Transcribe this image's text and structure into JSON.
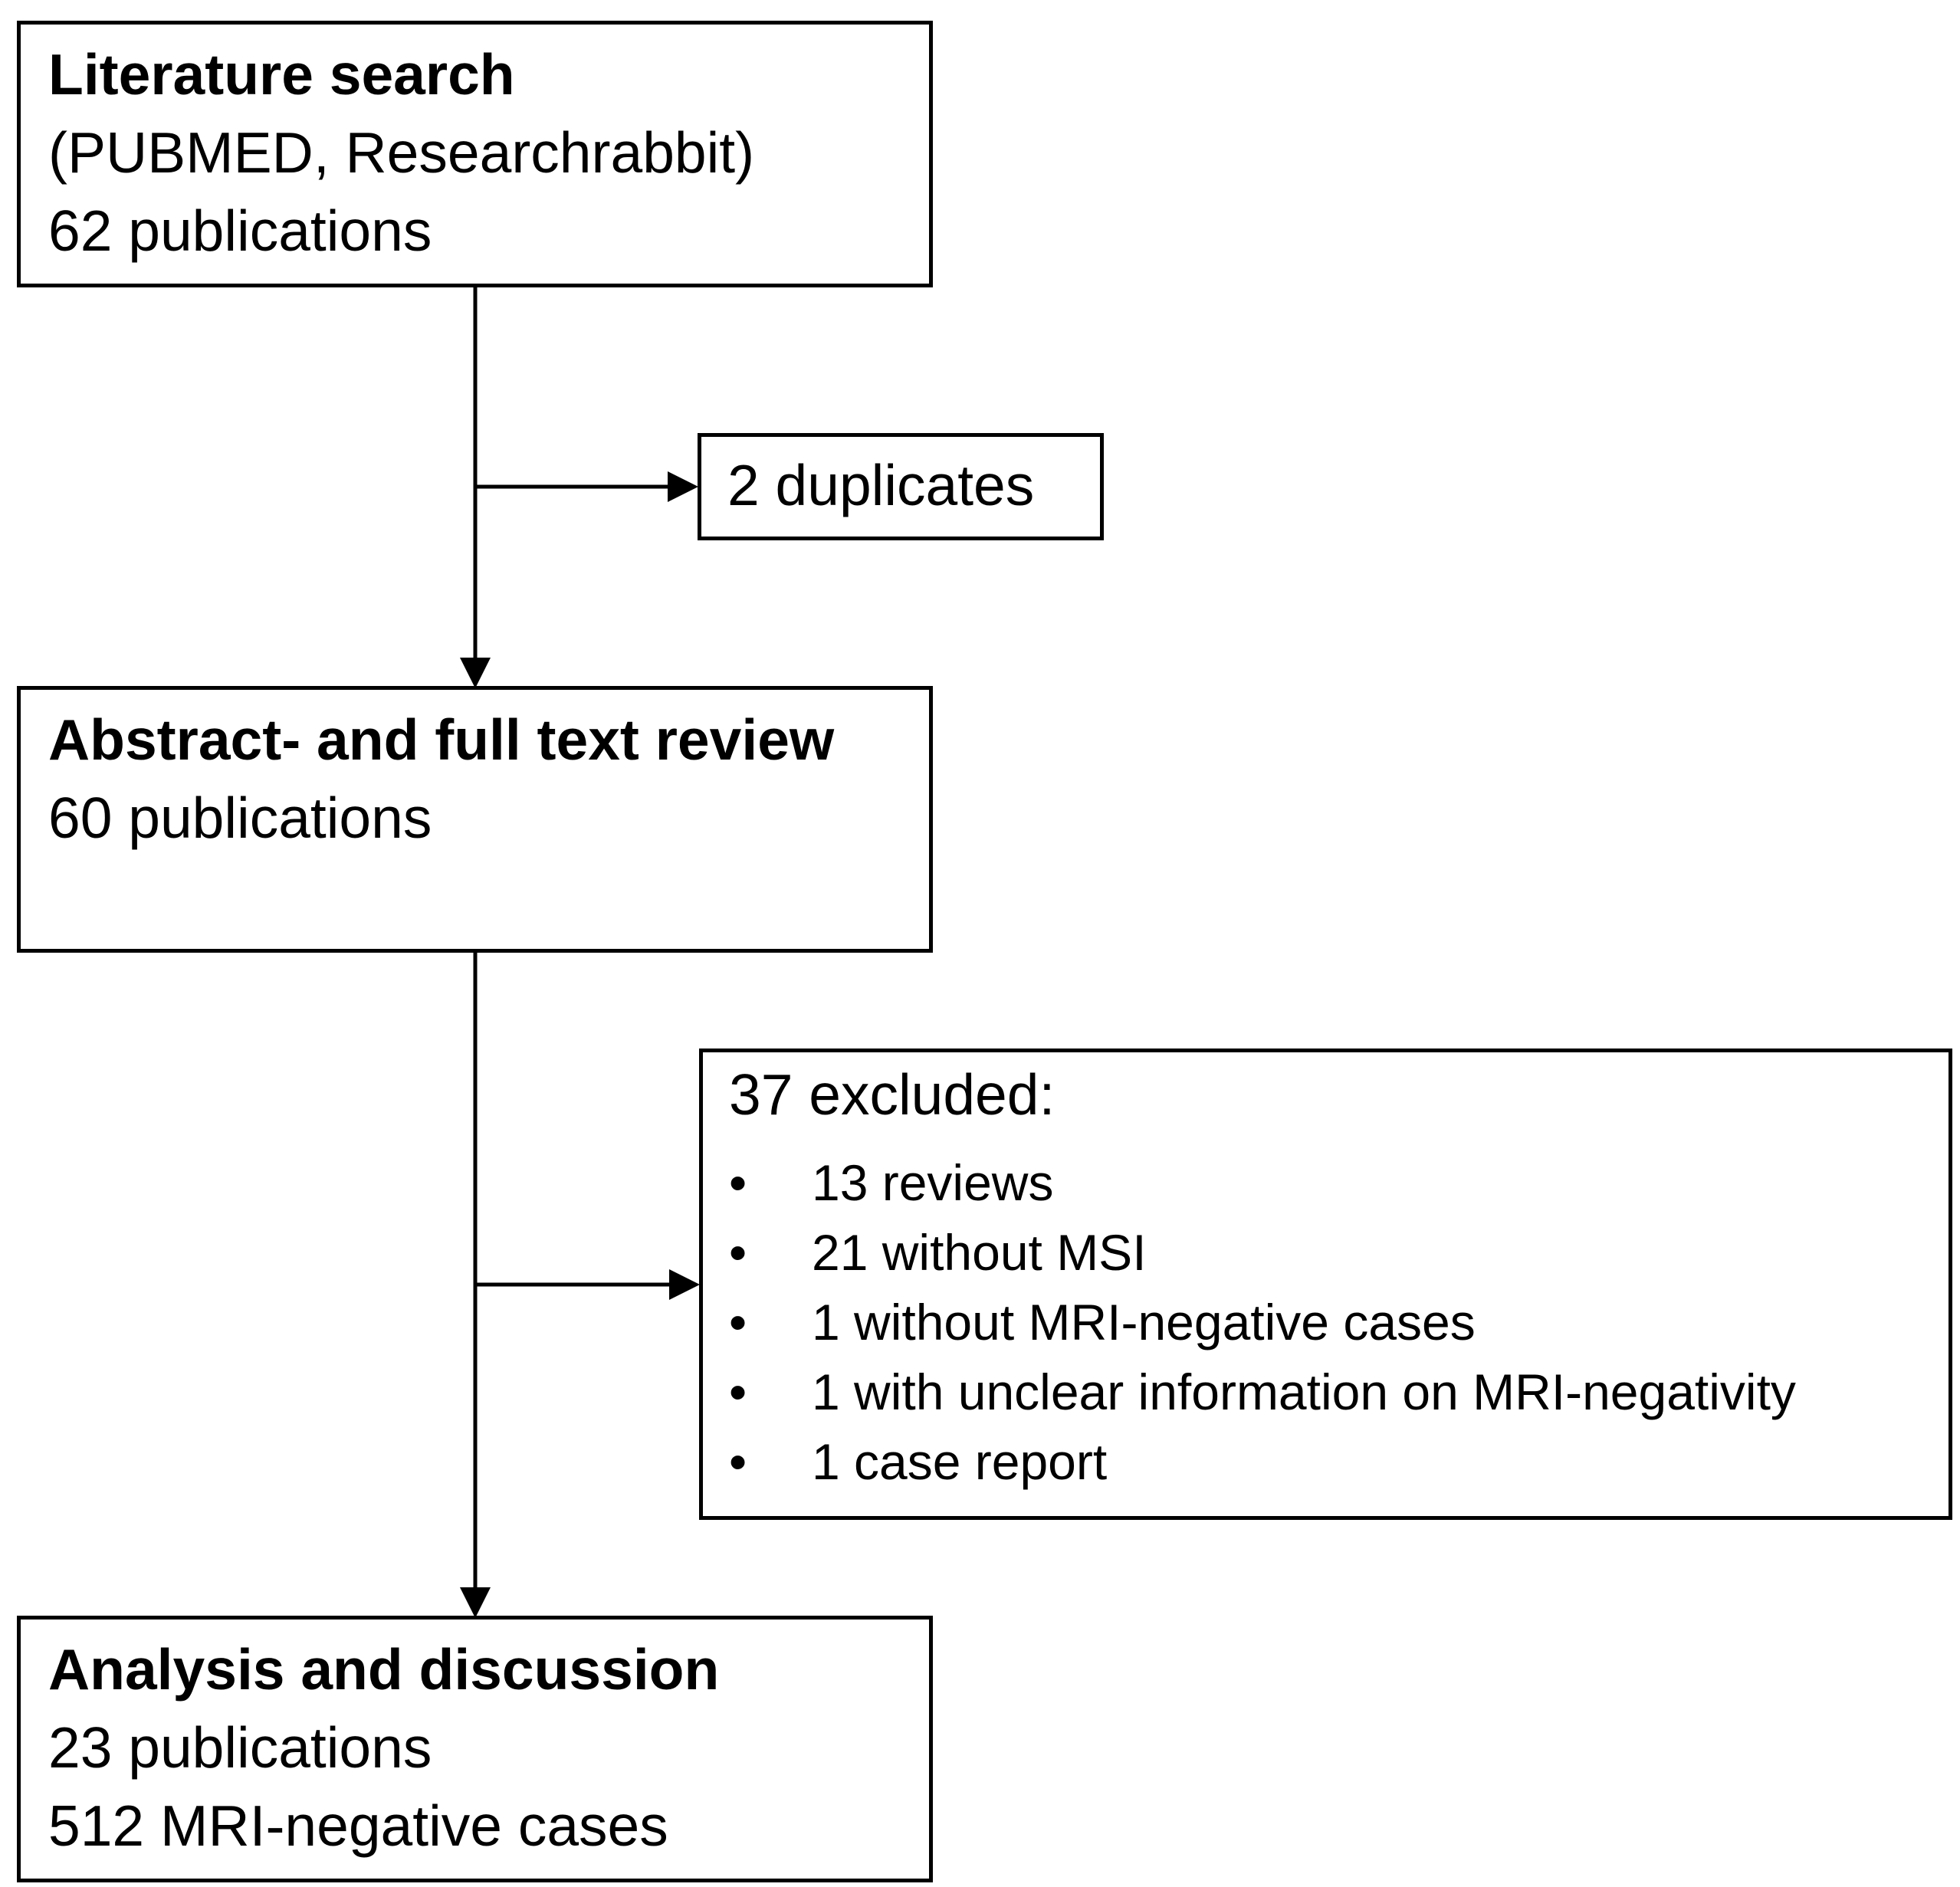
{
  "boxes": {
    "search": {
      "title": "Literature search",
      "line1": "(PUBMED, Researchrabbit)",
      "line2": "62 publications"
    },
    "duplicates": {
      "text": "2 duplicates"
    },
    "review": {
      "title": "Abstract- and full text review",
      "line1": "60 publications"
    },
    "excluded": {
      "heading": "37 excluded:",
      "bullet": "•",
      "items": [
        "13 reviews",
        "21 without MSI",
        "1 without MRI-negative cases",
        "1 with unclear information on MRI-negativity",
        "1 case report"
      ]
    },
    "analysis": {
      "title": "Analysis and discussion",
      "line1": "23 publications",
      "line2": "512 MRI-negative cases"
    }
  }
}
